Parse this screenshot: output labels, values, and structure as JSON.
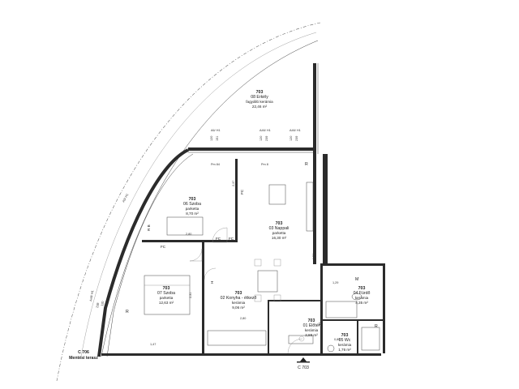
{
  "rooms": {
    "erkely": {
      "num": "703",
      "name": "08 Erkély",
      "finish": "fagyálló kerámia",
      "area": "22,46 m²"
    },
    "szoba6": {
      "num": "703",
      "name": "06 Szoba",
      "finish": "parketta",
      "area": "8,70 m²"
    },
    "nappali": {
      "num": "703",
      "name": "03 Nappali",
      "finish": "parketta",
      "area": "16,30 m²"
    },
    "szoba7": {
      "num": "703",
      "name": "07 Szoba",
      "finish": "parketta",
      "area": "12,63 m²"
    },
    "konyha": {
      "num": "703",
      "name": "02 Konyha - étkező",
      "finish": "kerámia",
      "area": "9,06 m²"
    },
    "furdo": {
      "num": "703",
      "name": "04 Fürdő",
      "finish": "kerámia",
      "area": "4,35 m²"
    },
    "eloter": {
      "num": "703",
      "name": "01 Előtér",
      "finish": "kerámia",
      "area": "2,88 m²"
    },
    "wc": {
      "num": "703",
      "name": "05 Wc",
      "finish": "kerámia",
      "area": "1,76 m²"
    }
  },
  "terrace": {
    "code": "C 706",
    "name": "Mentési terasz"
  },
  "section_marker": "C 703",
  "tags": {
    "fc1": "FC",
    "fc2": "FC",
    "fc3": "FC",
    "fc4": "FC",
    "r1": "R",
    "r2": "R",
    "r3": "R",
    "r4": "R",
    "rb": "R B",
    "m": "M",
    "h": "H",
    "pm84": "Pm 84",
    "pm8": "Pm 8"
  },
  "window_tags": [
    "A6/ H1",
    "A46/ H1",
    "A46/ H1"
  ],
  "side_tags": [
    "A3/ H1",
    "A46/ H1"
  ],
  "dims": [
    "120",
    "151",
    "120",
    "239",
    "120",
    "239",
    "2,80",
    "2,80",
    "2,37",
    "1,47",
    "2,31",
    "1,56",
    "1,29",
    "0,85",
    "238",
    "120"
  ]
}
